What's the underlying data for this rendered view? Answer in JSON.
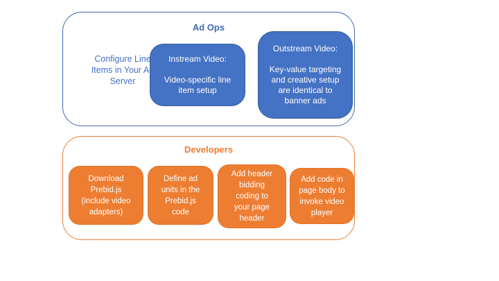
{
  "colors": {
    "blue_accent": "#4472C4",
    "blue_border": "#3E69B2",
    "orange_accent": "#ED7D31",
    "box_text": "#FFFFFF",
    "background": "#FFFFFF"
  },
  "ad_ops": {
    "title": "Ad Ops",
    "side_note": "Configure Line\nItems in Your Ad\nServer",
    "boxes": [
      {
        "name": "instream-video",
        "text": "Instream Video:\n\nVideo-specific line\nitem setup"
      },
      {
        "name": "outstream-video",
        "text": "Outstream Video:\n\nKey-value targeting\nand creative setup\nare identical to\nbanner ads"
      }
    ]
  },
  "developers": {
    "title": "Developers",
    "boxes": [
      {
        "name": "download-prebid",
        "text": "Download\nPrebid.js\n(include video\nadapters)"
      },
      {
        "name": "define-ad-units",
        "text": "Define ad\nunits in the\nPrebid.js\ncode"
      },
      {
        "name": "add-header-bidding",
        "text": "Add header\nbidding\ncoding to\nyour page\nheader"
      },
      {
        "name": "add-page-body-code",
        "text": "Add code in\npage body to\ninvoke video\nplayer"
      }
    ]
  }
}
